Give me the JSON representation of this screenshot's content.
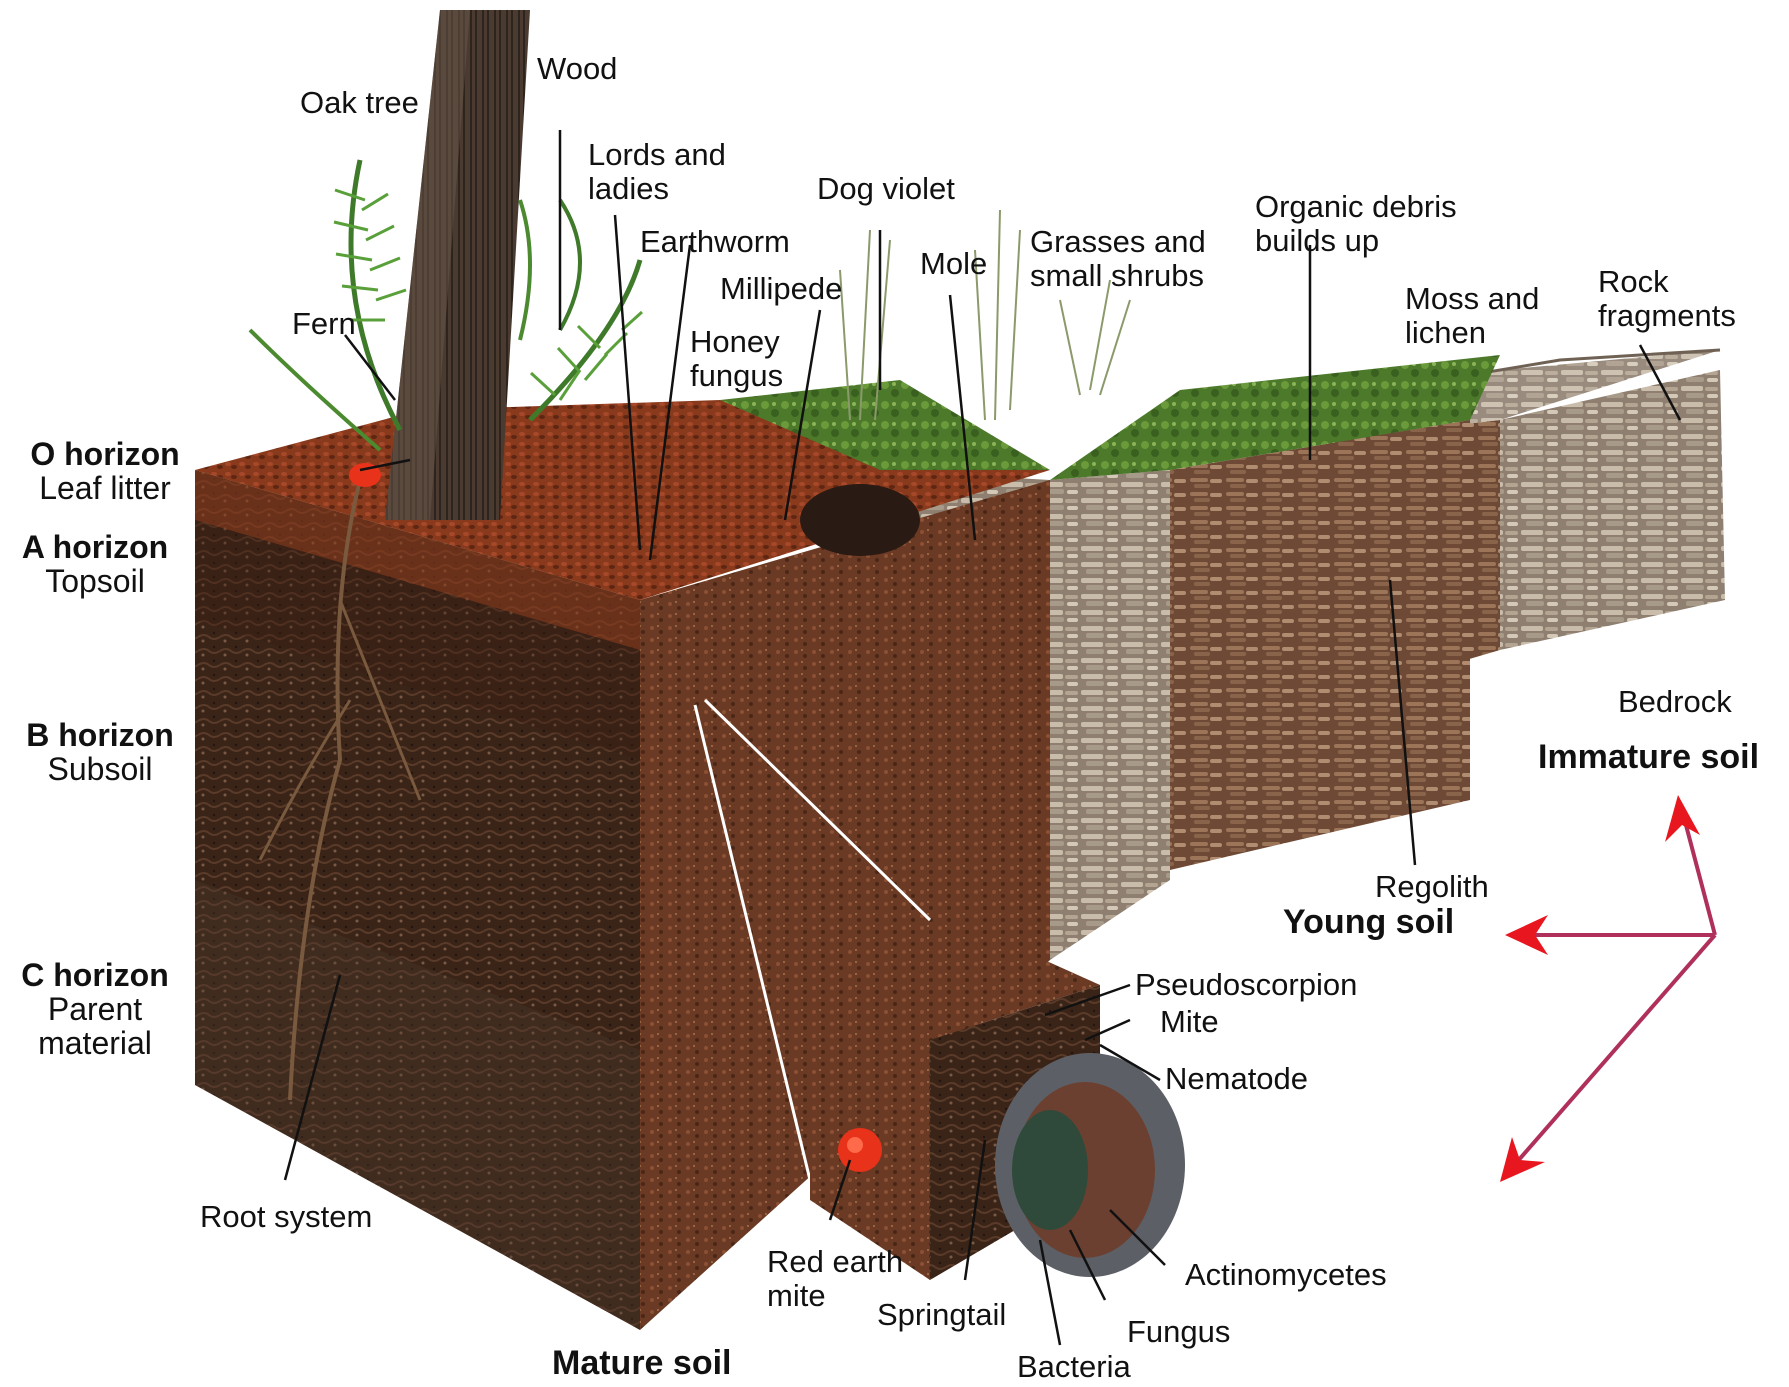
{
  "horizons": [
    {
      "name": "O horizon",
      "desc": "Leaf litter"
    },
    {
      "name": "A horizon",
      "desc": "Topsoil"
    },
    {
      "name": "B horizon",
      "desc": "Subsoil"
    },
    {
      "name": "C horizon",
      "desc": "Parent material",
      "desc_lines": [
        "Parent",
        "material"
      ]
    }
  ],
  "labels": {
    "oak_tree": "Oak tree",
    "wood": "Wood",
    "lords_and_ladies": [
      "Lords and",
      "ladies"
    ],
    "dog_violet": "Dog violet",
    "earthworm": "Earthworm",
    "millipede": "Millipede",
    "honey_fungus": [
      "Honey",
      "fungus"
    ],
    "mole": "Mole",
    "grasses": [
      "Grasses and",
      "small shrubs"
    ],
    "organic_debris": [
      "Organic debris",
      "builds up"
    ],
    "moss_lichen": [
      "Moss and",
      "lichen"
    ],
    "rock_fragments": [
      "Rock",
      "fragments"
    ],
    "fern": "Fern",
    "bedrock": "Bedrock",
    "regolith": "Regolith",
    "pseudoscorpion": "Pseudoscorpion",
    "mite": "Mite",
    "nematode": "Nematode",
    "actinomycetes": "Actinomycetes",
    "fungus": "Fungus",
    "bacteria": "Bacteria",
    "springtail": "Springtail",
    "red_earth_mite": [
      "Red earth",
      "mite"
    ],
    "root_system": "Root system"
  },
  "soil_stages": {
    "mature": "Mature soil",
    "young": "Young soil",
    "immature": "Immature soil"
  },
  "colors": {
    "arrow_shaft": "#b0305c",
    "arrow_head": "#e8161e",
    "soil_dark": "#3a2418",
    "soil_mid": "#6b3a24",
    "leaf_litter": "#8a3a1c",
    "rock_light": "#b9aa96",
    "grass": "#4c7a2a"
  }
}
